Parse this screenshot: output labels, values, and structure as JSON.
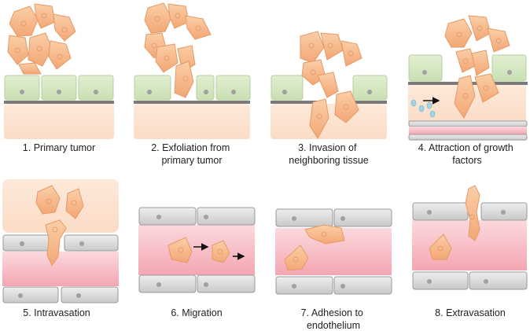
{
  "panels": [
    {
      "label_lines": [
        "1. Primary tumor"
      ]
    },
    {
      "label_lines": [
        "2. Exfoliation from",
        "primary tumor"
      ]
    },
    {
      "label_lines": [
        "3. Invasion of",
        "neighboring tissue"
      ]
    },
    {
      "label_lines": [
        "4. Attraction of growth",
        "factors"
      ]
    },
    {
      "label_lines": [
        "5. Intravasation"
      ]
    },
    {
      "label_lines": [
        "6. Migration"
      ]
    },
    {
      "label_lines": [
        "7. Adhesion to",
        "endothelium"
      ]
    },
    {
      "label_lines": [
        "8. Extravasation"
      ]
    }
  ],
  "colors": {
    "tumor_cell": "#f6b98a",
    "tumor_cell_edge": "#e59a65",
    "epithelial_cell": "#d6e8c4",
    "basement_membrane": "#7a7a7a",
    "stroma": "#fbe3d1",
    "endothelial_cell": "#d9d9d9",
    "vessel_lumen": "#f7c8cf",
    "growth_factor": "#9fd3e6"
  }
}
